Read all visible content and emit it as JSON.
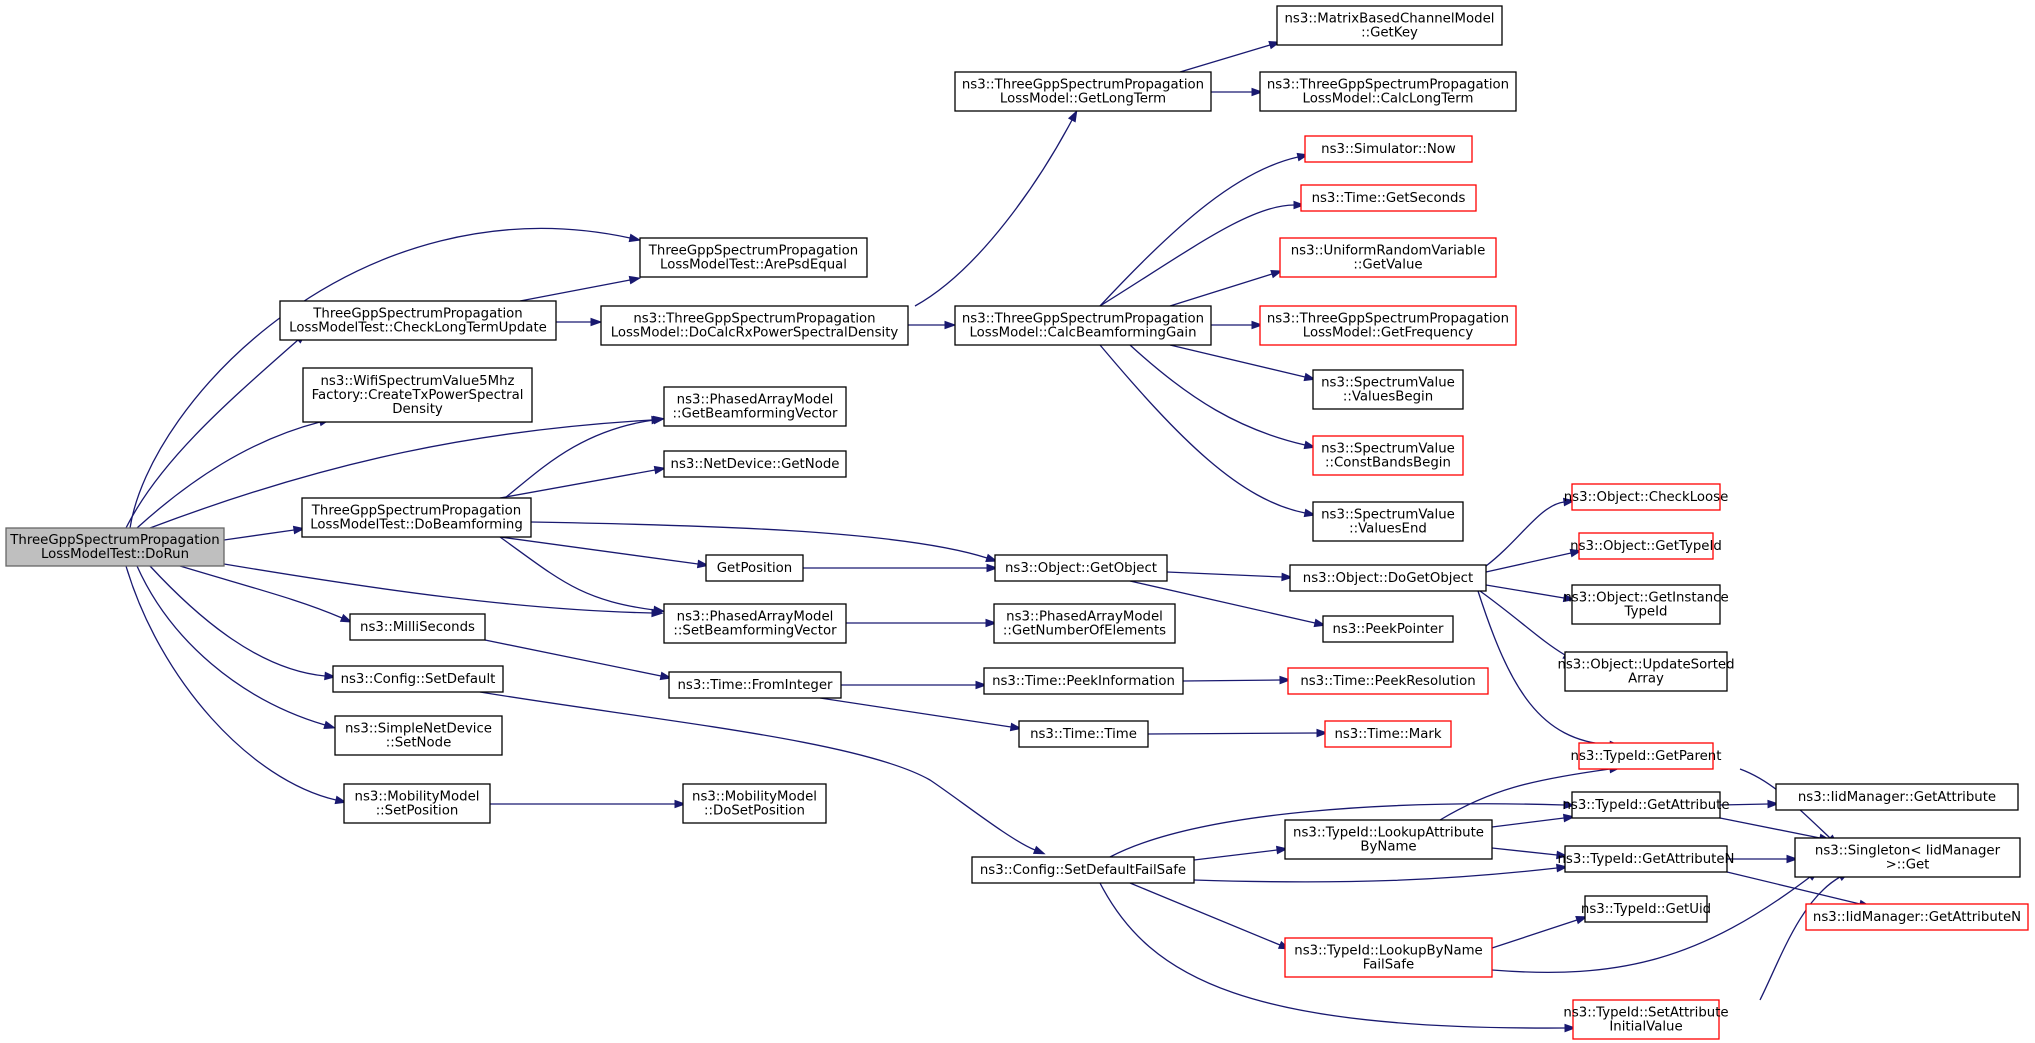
{
  "colors": {
    "edge": "#191970",
    "node_border": "#000000",
    "node_border_truncated": "#ff0000",
    "root_fill": "#bfbfbf"
  },
  "nodes": [
    {
      "id": "root",
      "lines": [
        "ThreeGppSpectrumPropagation",
        "LossModelTest::DoRun"
      ],
      "style": "root"
    },
    {
      "id": "areEqual",
      "lines": [
        "ThreeGppSpectrumPropagation",
        "LossModelTest::ArePsdEqual"
      ],
      "style": "normal"
    },
    {
      "id": "checkLT",
      "lines": [
        "ThreeGppSpectrumPropagation",
        "LossModelTest::CheckLongTermUpdate"
      ],
      "style": "normal"
    },
    {
      "id": "wifi",
      "lines": [
        "ns3::WifiSpectrumValue5Mhz",
        "Factory::CreateTxPowerSpectral",
        "Density"
      ],
      "style": "normal"
    },
    {
      "id": "doBeam",
      "lines": [
        "ThreeGppSpectrumPropagation",
        "LossModelTest::DoBeamforming"
      ],
      "style": "normal"
    },
    {
      "id": "milli",
      "lines": [
        "ns3::MilliSeconds"
      ],
      "style": "normal"
    },
    {
      "id": "cfgSet",
      "lines": [
        "ns3::Config::SetDefault"
      ],
      "style": "normal"
    },
    {
      "id": "simpleNet",
      "lines": [
        "ns3::SimpleNetDevice",
        "::SetNode"
      ],
      "style": "normal"
    },
    {
      "id": "mobSet",
      "lines": [
        "ns3::MobilityModel",
        "::SetPosition"
      ],
      "style": "normal"
    },
    {
      "id": "doCalcRx",
      "lines": [
        "ns3::ThreeGppSpectrumPropagation",
        "LossModel::DoCalcRxPowerSpectralDensity"
      ],
      "style": "normal"
    },
    {
      "id": "getBV",
      "lines": [
        "ns3::PhasedArrayModel",
        "::GetBeamformingVector"
      ],
      "style": "normal"
    },
    {
      "id": "getNode",
      "lines": [
        "ns3::NetDevice::GetNode"
      ],
      "style": "normal"
    },
    {
      "id": "getPos",
      "lines": [
        "GetPosition"
      ],
      "style": "normal"
    },
    {
      "id": "setBV",
      "lines": [
        "ns3::PhasedArrayModel",
        "::SetBeamformingVector"
      ],
      "style": "normal"
    },
    {
      "id": "fromInt",
      "lines": [
        "ns3::Time::FromInteger"
      ],
      "style": "normal"
    },
    {
      "id": "mobDoSet",
      "lines": [
        "ns3::MobilityModel",
        "::DoSetPosition"
      ],
      "style": "normal"
    },
    {
      "id": "getLT",
      "lines": [
        "ns3::ThreeGppSpectrumPropagation",
        "LossModel::GetLongTerm"
      ],
      "style": "normal"
    },
    {
      "id": "calcBG",
      "lines": [
        "ns3::ThreeGppSpectrumPropagation",
        "LossModel::CalcBeamformingGain"
      ],
      "style": "normal"
    },
    {
      "id": "getObj",
      "lines": [
        "ns3::Object::GetObject"
      ],
      "style": "normal"
    },
    {
      "id": "getNumEl",
      "lines": [
        "ns3::PhasedArrayModel",
        "::GetNumberOfElements"
      ],
      "style": "normal"
    },
    {
      "id": "peekInfo",
      "lines": [
        "ns3::Time::PeekInformation"
      ],
      "style": "normal"
    },
    {
      "id": "timeTime",
      "lines": [
        "ns3::Time::Time"
      ],
      "style": "normal"
    },
    {
      "id": "cfgFail",
      "lines": [
        "ns3::Config::SetDefaultFailSafe"
      ],
      "style": "normal"
    },
    {
      "id": "getKey",
      "lines": [
        "ns3::MatrixBasedChannelModel",
        "::GetKey"
      ],
      "style": "normal"
    },
    {
      "id": "calcLT",
      "lines": [
        "ns3::ThreeGppSpectrumPropagation",
        "LossModel::CalcLongTerm"
      ],
      "style": "normal"
    },
    {
      "id": "simNow",
      "lines": [
        "ns3::Simulator::Now"
      ],
      "style": "red"
    },
    {
      "id": "getSec",
      "lines": [
        "ns3::Time::GetSeconds"
      ],
      "style": "red"
    },
    {
      "id": "uniGet",
      "lines": [
        "ns3::UniformRandomVariable",
        "::GetValue"
      ],
      "style": "red"
    },
    {
      "id": "getFreq",
      "lines": [
        "ns3::ThreeGppSpectrumPropagation",
        "LossModel::GetFrequency"
      ],
      "style": "red"
    },
    {
      "id": "valBegin",
      "lines": [
        "ns3::SpectrumValue",
        "::ValuesBegin"
      ],
      "style": "normal"
    },
    {
      "id": "constBands",
      "lines": [
        "ns3::SpectrumValue",
        "::ConstBandsBegin"
      ],
      "style": "red"
    },
    {
      "id": "valEnd",
      "lines": [
        "ns3::SpectrumValue",
        "::ValuesEnd"
      ],
      "style": "normal"
    },
    {
      "id": "doGetObj",
      "lines": [
        "ns3::Object::DoGetObject"
      ],
      "style": "normal"
    },
    {
      "id": "peekPtr",
      "lines": [
        "ns3::PeekPointer"
      ],
      "style": "normal"
    },
    {
      "id": "peekRes",
      "lines": [
        "ns3::Time::PeekResolution"
      ],
      "style": "red"
    },
    {
      "id": "timeMark",
      "lines": [
        "ns3::Time::Mark"
      ],
      "style": "red"
    },
    {
      "id": "lookupAttr",
      "lines": [
        "ns3::TypeId::LookupAttribute",
        "ByName"
      ],
      "style": "normal"
    },
    {
      "id": "lookupName",
      "lines": [
        "ns3::TypeId::LookupByName",
        "FailSafe"
      ],
      "style": "red"
    },
    {
      "id": "checkLoose",
      "lines": [
        "ns3::Object::CheckLoose"
      ],
      "style": "red"
    },
    {
      "id": "getTypeId",
      "lines": [
        "ns3::Object::GetTypeId"
      ],
      "style": "red"
    },
    {
      "id": "getInst",
      "lines": [
        "ns3::Object::GetInstance",
        "TypeId"
      ],
      "style": "normal"
    },
    {
      "id": "updSorted",
      "lines": [
        "ns3::Object::UpdateSorted",
        "Array"
      ],
      "style": "normal"
    },
    {
      "id": "getParent",
      "lines": [
        "ns3::TypeId::GetParent"
      ],
      "style": "red"
    },
    {
      "id": "getAttr",
      "lines": [
        "ns3::TypeId::GetAttribute"
      ],
      "style": "normal"
    },
    {
      "id": "getAttrN",
      "lines": [
        "ns3::TypeId::GetAttributeN"
      ],
      "style": "normal"
    },
    {
      "id": "getUid",
      "lines": [
        "ns3::TypeId::GetUid"
      ],
      "style": "normal"
    },
    {
      "id": "setAttrInit",
      "lines": [
        "ns3::TypeId::SetAttribute",
        "InitialValue"
      ],
      "style": "red"
    },
    {
      "id": "iidGetAttr",
      "lines": [
        "ns3::IidManager::GetAttribute"
      ],
      "style": "normal"
    },
    {
      "id": "singleton",
      "lines": [
        "ns3::Singleton< IidManager",
        " >::Get"
      ],
      "style": "normal"
    },
    {
      "id": "iidGetAttrN",
      "lines": [
        "ns3::IidManager::GetAttributeN"
      ],
      "style": "red"
    }
  ]
}
